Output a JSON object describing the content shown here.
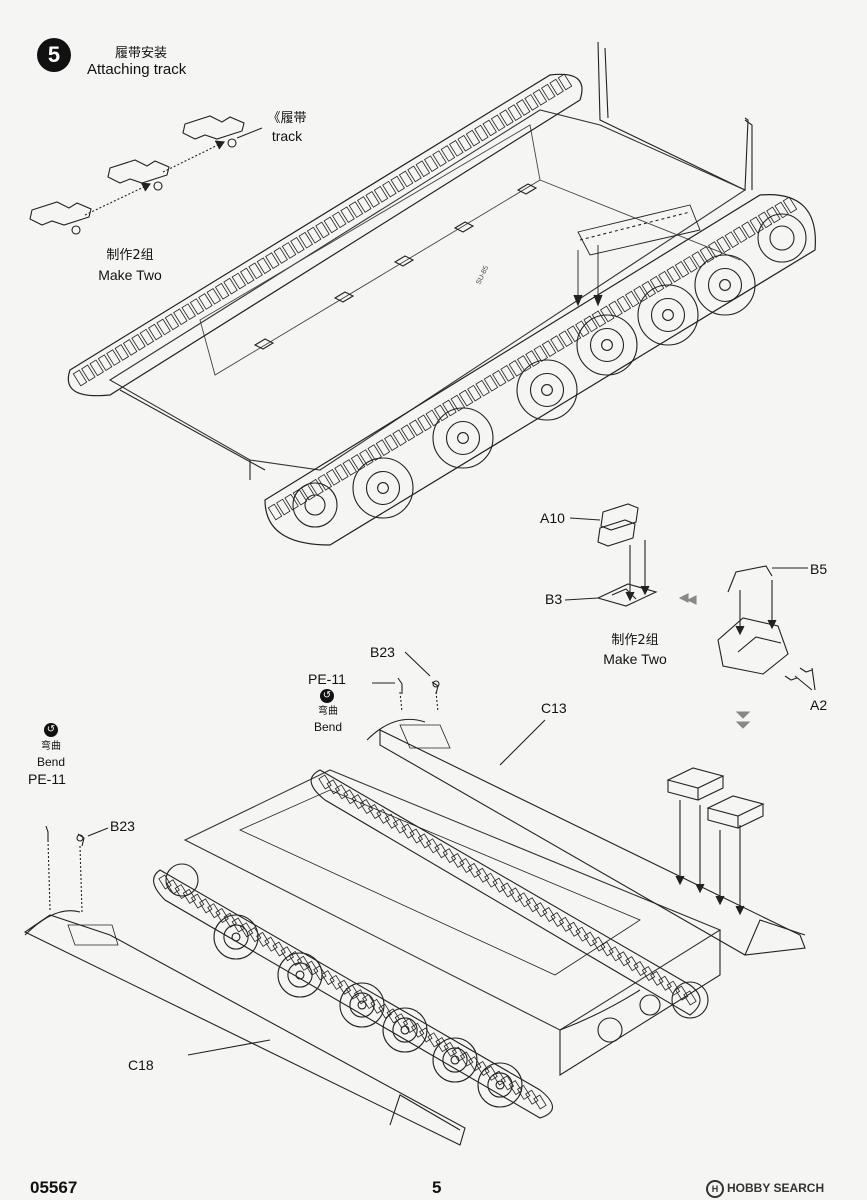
{
  "step": {
    "number": "5",
    "title_cn": "履带安装",
    "title_en": "Attaching track"
  },
  "track_callout": {
    "label_cn": "《履带",
    "label_en": "track",
    "make_two_cn": "制作2组",
    "make_two_en": "Make Two"
  },
  "sub_assembly": {
    "part_a10": "A10",
    "part_b3": "B3",
    "part_b5": "B5",
    "part_a2": "A2",
    "make_two_cn": "制作2组",
    "make_two_en": "Make Two"
  },
  "lower_assembly": {
    "b23_top": "B23",
    "pe11_top": "PE-11",
    "bend_cn_top": "弯曲",
    "bend_en_top": "Bend",
    "c13": "C13",
    "bend_cn_left": "弯曲",
    "bend_en_left": "Bend",
    "pe11_left": "PE-11",
    "b23_left": "B23",
    "c18": "C18"
  },
  "footer": {
    "product_code": "05567",
    "page_number": "5",
    "watermark": "HOBBY SEARCH",
    "watermark_logo": "H"
  }
}
